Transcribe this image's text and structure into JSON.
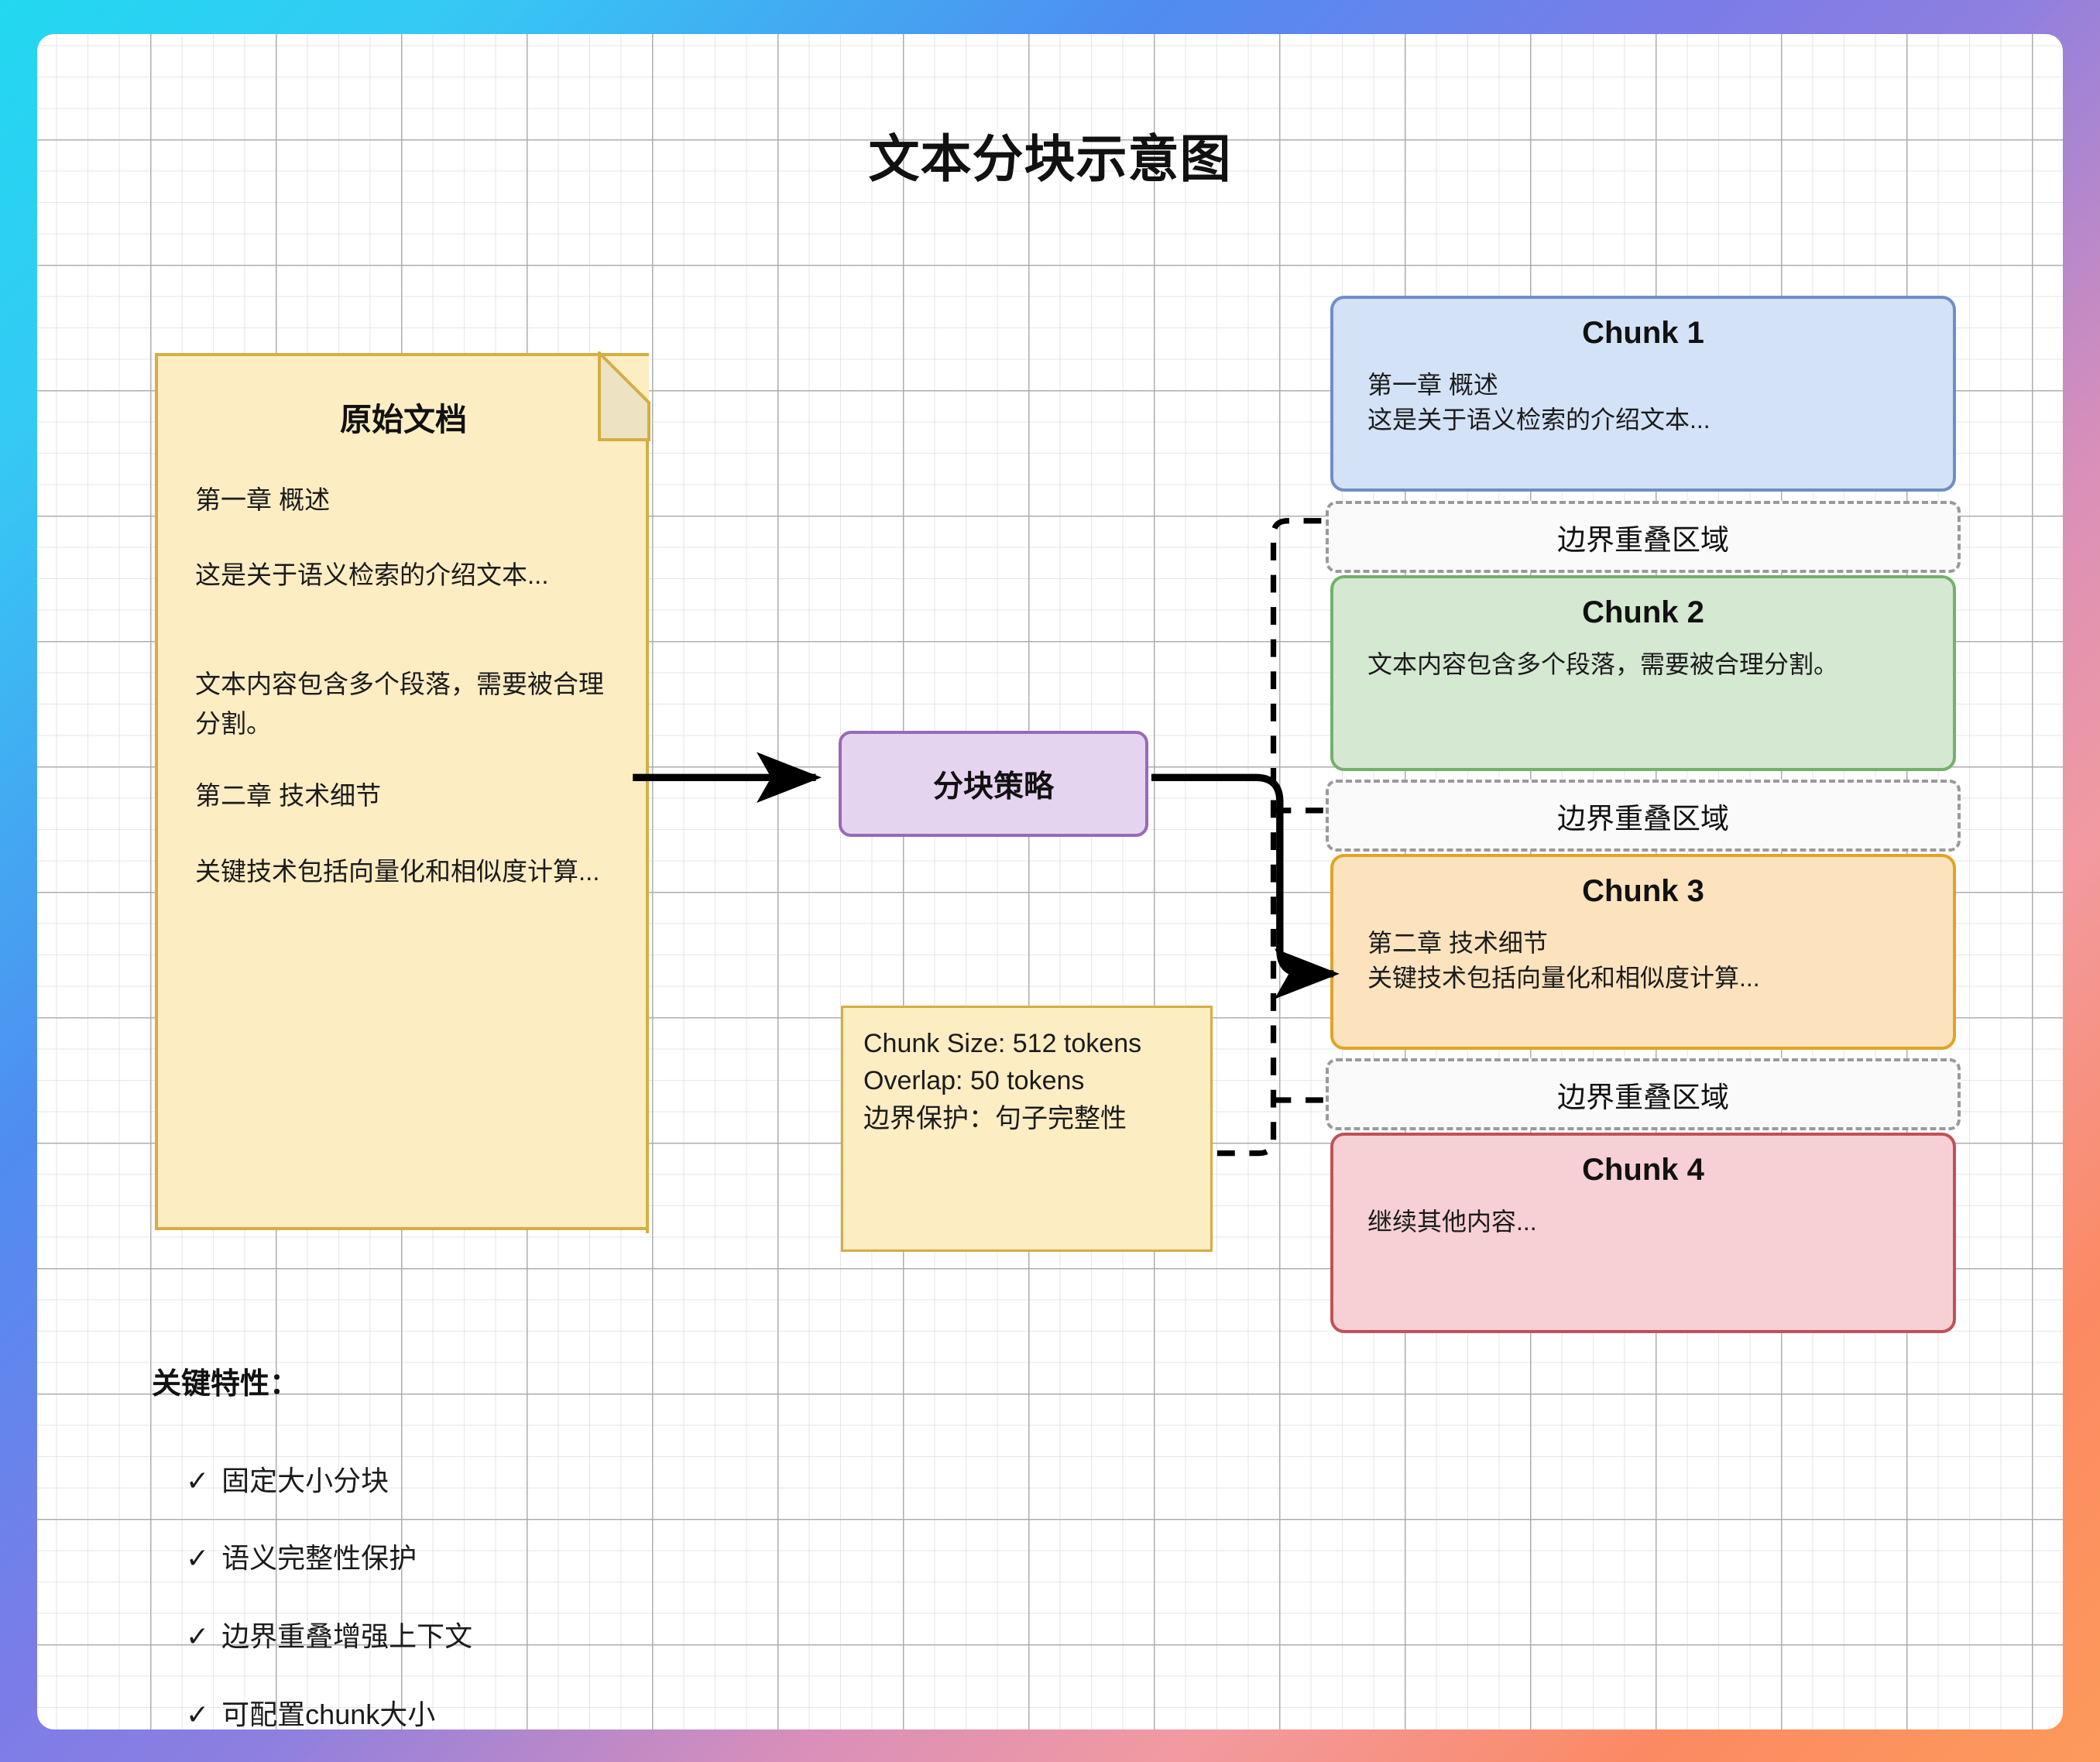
{
  "title": "文本分块示意图",
  "source_document": {
    "title": "原始文档",
    "paragraphs": [
      "第一章 概述",
      "这是关于语义检索的介绍文本...",
      "文本内容包含多个段落，需要被合理分割。",
      "第二章 技术细节",
      "关键技术包括向量化和相似度计算..."
    ]
  },
  "strategy_node": {
    "label": "分块策略"
  },
  "config_note": {
    "lines": [
      "Chunk Size: 512 tokens",
      "Overlap: 50 tokens",
      "边界保护：句子完整性"
    ]
  },
  "chunks": [
    {
      "title": "Chunk 1",
      "body": "第一章 概述\n这是关于语义检索的介绍文本...",
      "fill": "#d3e2f7",
      "stroke": "#6f8ec7"
    },
    {
      "title": "Chunk 2",
      "body": "文本内容包含多个段落，需要被合理分割。",
      "fill": "#d5e8d2",
      "stroke": "#74b06c"
    },
    {
      "title": "Chunk 3",
      "body": "第二章 技术细节\n关键技术包括向量化和相似度计算...",
      "fill": "#fce3be",
      "stroke": "#e0a325"
    },
    {
      "title": "Chunk 4",
      "body": "继续其他内容...",
      "fill": "#f6d0d4",
      "stroke": "#c15157"
    }
  ],
  "overlap_zones": [
    {
      "label": "边界重叠区域"
    },
    {
      "label": "边界重叠区域"
    },
    {
      "label": "边界重叠区域"
    }
  ],
  "features": {
    "heading": "关键特性：",
    "check_glyph": "✓",
    "items": [
      "固定大小分块",
      "语义完整性保护",
      "边界重叠增强上下文",
      "可配置chunk大小"
    ]
  },
  "colors": {
    "frame_gradient_start": "#22d8f0",
    "frame_gradient_mid": "#8d7fe0",
    "frame_gradient_end": "#fd9a5b",
    "doc_fill": "#fcedc3",
    "doc_stroke": "#d6ad43",
    "strategy_fill": "#e5d4ef",
    "strategy_stroke": "#9b68b8",
    "overlap_fill": "#fafafa",
    "overlap_stroke": "#9a9a9a",
    "connector": "#000000",
    "grid_minor": "#dddddd",
    "grid_major": "#aaaaaa"
  }
}
